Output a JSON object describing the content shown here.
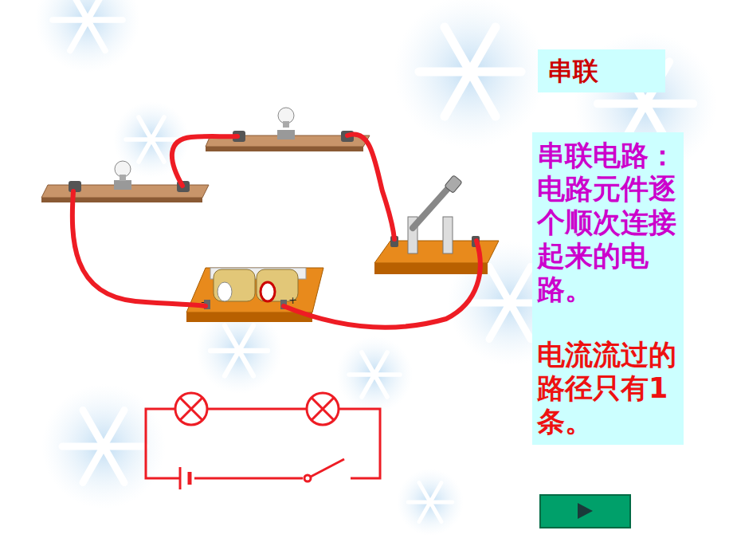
{
  "diagram": {
    "nodes": [
      {
        "text": [
          "串联"
        ]
      },
      {
        "text": [
          "串联电路：电路元件逐个顺次连接起来的电路。",
          "电流流过的路径只有1条。"
        ]
      }
    ],
    "labels": [
      "-",
      "+"
    ]
  }
}
